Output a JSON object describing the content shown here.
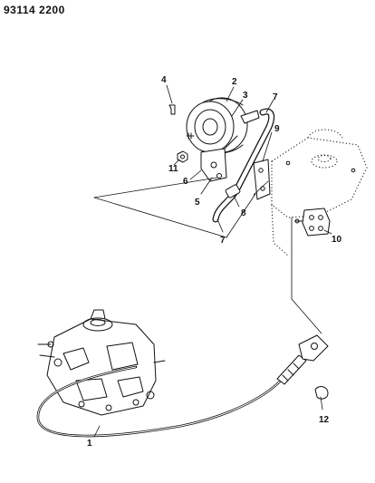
{
  "header": {
    "code": "93114  2200"
  },
  "callouts": [
    {
      "id": "c1",
      "text": "1"
    },
    {
      "id": "c2",
      "text": "2"
    },
    {
      "id": "c3",
      "text": "3"
    },
    {
      "id": "c4",
      "text": "4"
    },
    {
      "id": "c5",
      "text": "5"
    },
    {
      "id": "c6",
      "text": "6"
    },
    {
      "id": "c7a",
      "text": "7"
    },
    {
      "id": "c7b",
      "text": "7"
    },
    {
      "id": "c8",
      "text": "8"
    },
    {
      "id": "c9",
      "text": "9"
    },
    {
      "id": "c10",
      "text": "10"
    },
    {
      "id": "c11",
      "text": "11"
    },
    {
      "id": "c12",
      "text": "12"
    }
  ]
}
